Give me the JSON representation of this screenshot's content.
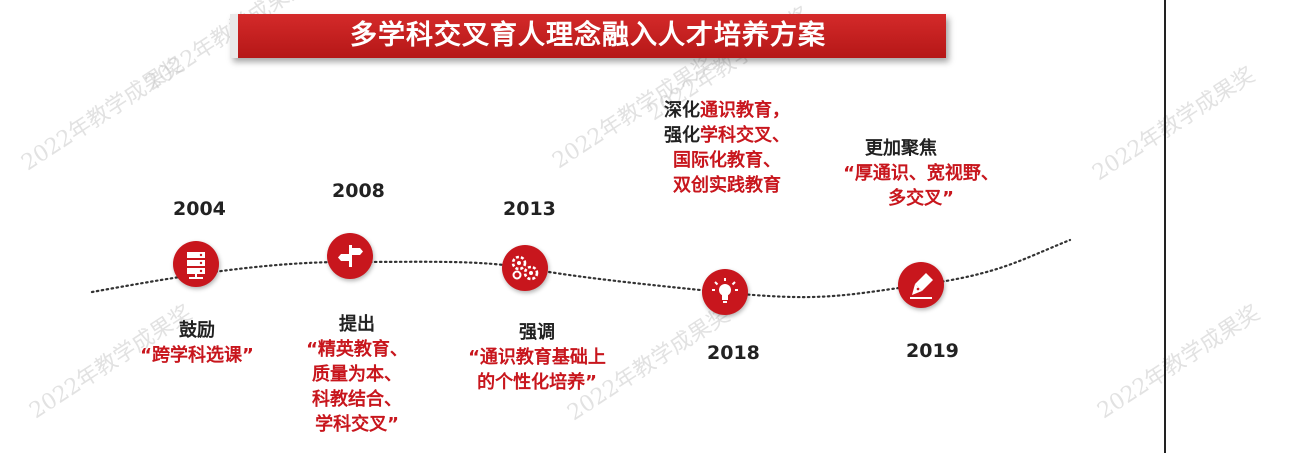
{
  "title": "多学科交叉育人理念融入人才培养方案",
  "watermark": "2022年教学成果奖",
  "milestones": [
    {
      "year": "2004",
      "icon": "server-stack-icon",
      "heading": "鼓励",
      "lines": [
        "“跨学科选课”"
      ]
    },
    {
      "year": "2008",
      "icon": "signpost-icon",
      "heading": "提出",
      "lines": [
        "“精英教育、",
        "质量为本、",
        "科教结合、",
        "学科交叉”"
      ]
    },
    {
      "year": "2013",
      "icon": "gears-icon",
      "heading": "强调",
      "lines": [
        "“通识教育基础上",
        "的个性化培养”"
      ]
    },
    {
      "year": "2018",
      "icon": "lightbulb-icon",
      "segments": [
        [
          {
            "t": "深化",
            "c": "dark"
          },
          {
            "t": "通识教育，",
            "c": "red"
          }
        ],
        [
          {
            "t": "强化",
            "c": "dark"
          },
          {
            "t": "学科交叉、",
            "c": "red"
          }
        ],
        [
          {
            "t": "国际化教育、",
            "c": "red"
          }
        ],
        [
          {
            "t": "双创实践教育",
            "c": "red"
          }
        ]
      ]
    },
    {
      "year": "2019",
      "icon": "pen-nib-icon",
      "heading": "更加聚焦",
      "lines": [
        "“厚通识、宽视野、",
        "多交叉”"
      ]
    }
  ]
}
